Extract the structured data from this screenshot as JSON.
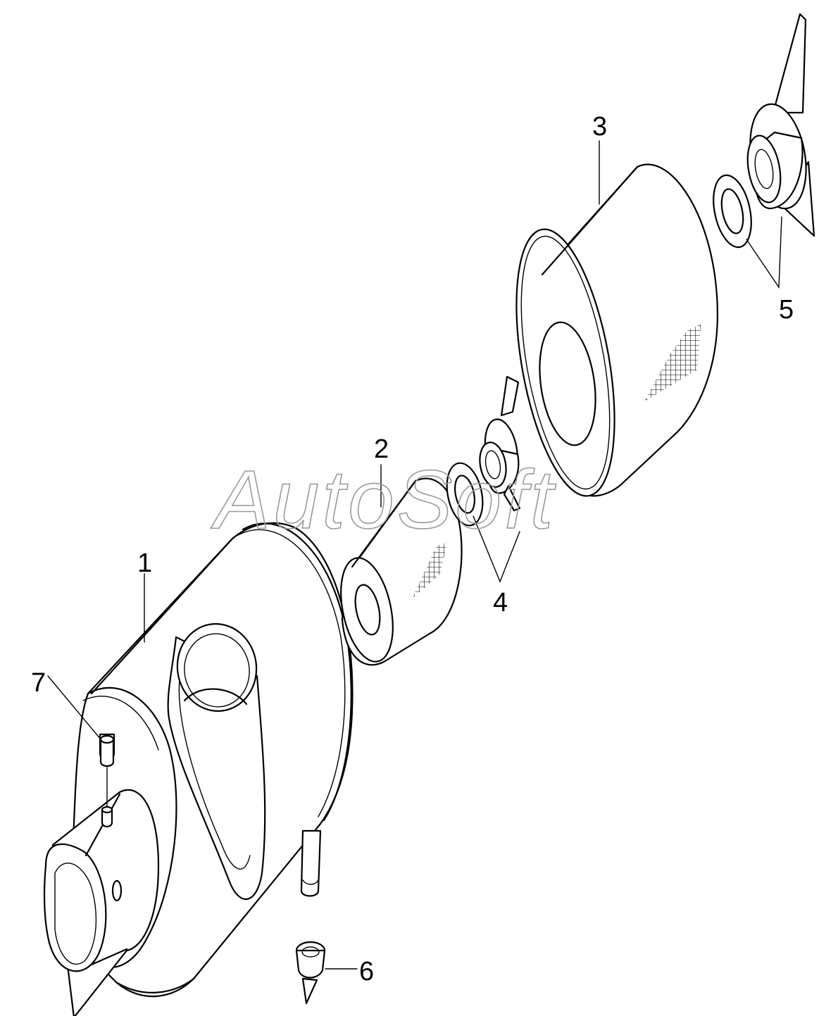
{
  "watermark": "AutoSoft",
  "callouts": {
    "c1": "1",
    "c2": "2",
    "c3": "3",
    "c4": "4",
    "c5": "5",
    "c6": "6",
    "c7": "7"
  },
  "colors": {
    "line": "#000000",
    "background": "#ffffff",
    "watermark": "#9a9a9a"
  }
}
